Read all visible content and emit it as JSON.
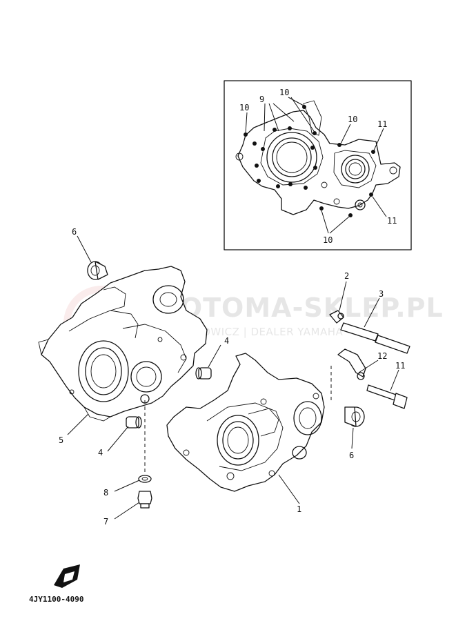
{
  "diagram_code": "4JY1100-4090",
  "watermark": {
    "main": "MOTOMA-SKLEP.PL",
    "sub": "SOCHOWICZ | DEALER YAMAHA"
  },
  "callouts": {
    "c1": "1",
    "c2": "2",
    "c3": "3",
    "c4a": "4",
    "c4b": "4",
    "c5": "5",
    "c6a": "6",
    "c6b": "6",
    "c7": "7",
    "c8": "8",
    "c9": "9",
    "c10a": "10",
    "c10b": "10",
    "c10c": "10",
    "c10d": "10",
    "c11a": "11",
    "c11b": "11",
    "c11c": "11",
    "c12": "12"
  },
  "icons": {
    "front_arrow": "fwd-arrow-icon"
  }
}
